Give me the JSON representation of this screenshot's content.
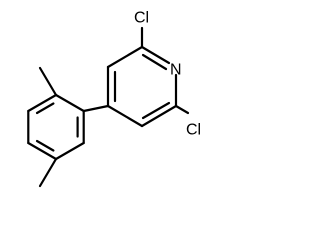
{
  "molecule": {
    "atoms": {
      "cl_top": "Cl",
      "n_ring": "N",
      "cl_bottom": "Cl"
    }
  }
}
